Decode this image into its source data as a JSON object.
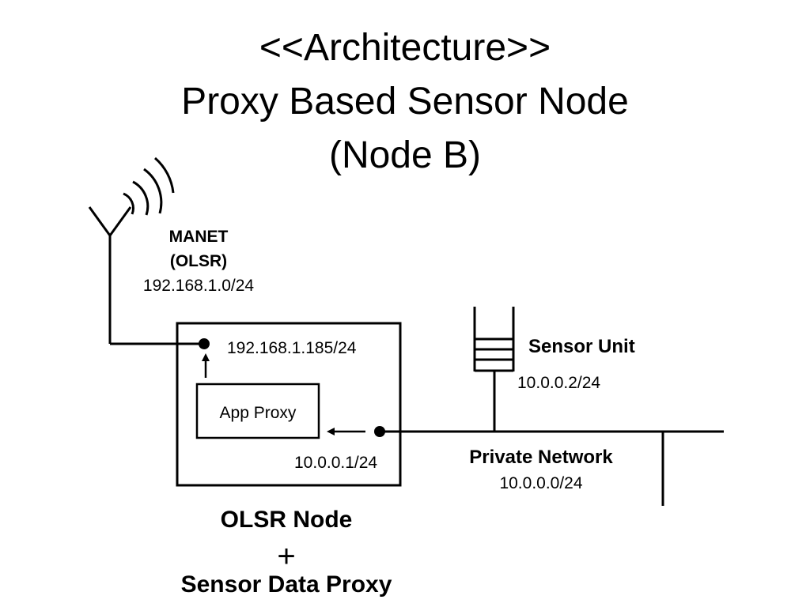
{
  "title": {
    "line1": "<<Architecture>>",
    "line2": "Proxy Based Sensor Node",
    "line3": "(Node B)"
  },
  "manet": {
    "name": "MANET",
    "protocol": "(OLSR)",
    "subnet": "192.168.1.0/24"
  },
  "node": {
    "manet_ip": "192.168.1.185/24",
    "app_proxy_label": "App Proxy",
    "private_ip": "10.0.0.1/24"
  },
  "sensor": {
    "name": "Sensor Unit",
    "ip": "10.0.0.2/24"
  },
  "private_network": {
    "name": "Private Network",
    "subnet": "10.0.0.0/24"
  },
  "caption": {
    "line1": "OLSR Node",
    "plus": "+",
    "line2": "Sensor Data Proxy"
  }
}
